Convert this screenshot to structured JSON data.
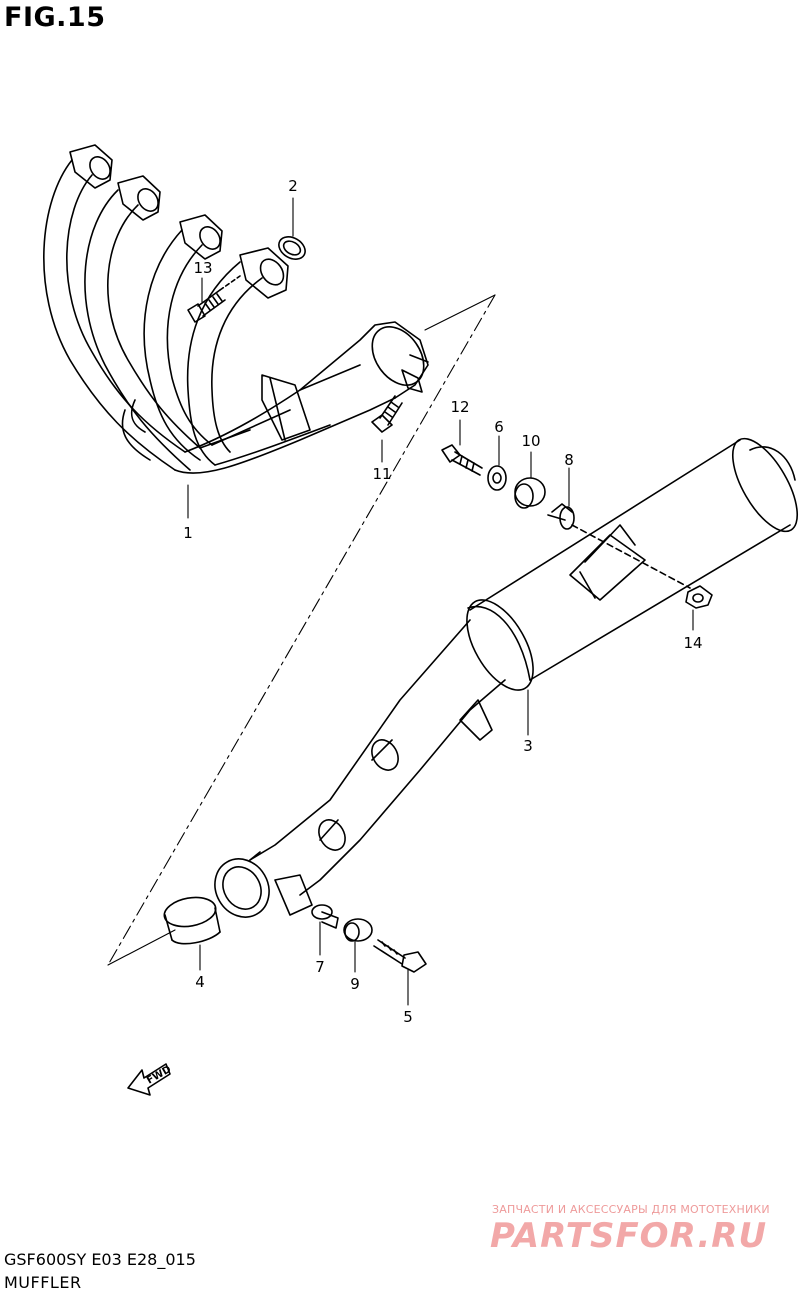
{
  "figure": {
    "title": "FIG.15"
  },
  "footer": {
    "model_code": "GSF600SY E03 E28_015",
    "section_name": "MUFFLER"
  },
  "watermark": {
    "tagline": "ЗАПЧАСТИ И АКСЕССУАРЫ ДЛЯ МОТОТЕХНИКИ",
    "logo": "PARTSFOR.RU"
  },
  "direction_label": "FWD",
  "callouts": [
    "1",
    "2",
    "3",
    "4",
    "5",
    "6",
    "7",
    "8",
    "9",
    "10",
    "11",
    "12",
    "13",
    "14"
  ]
}
